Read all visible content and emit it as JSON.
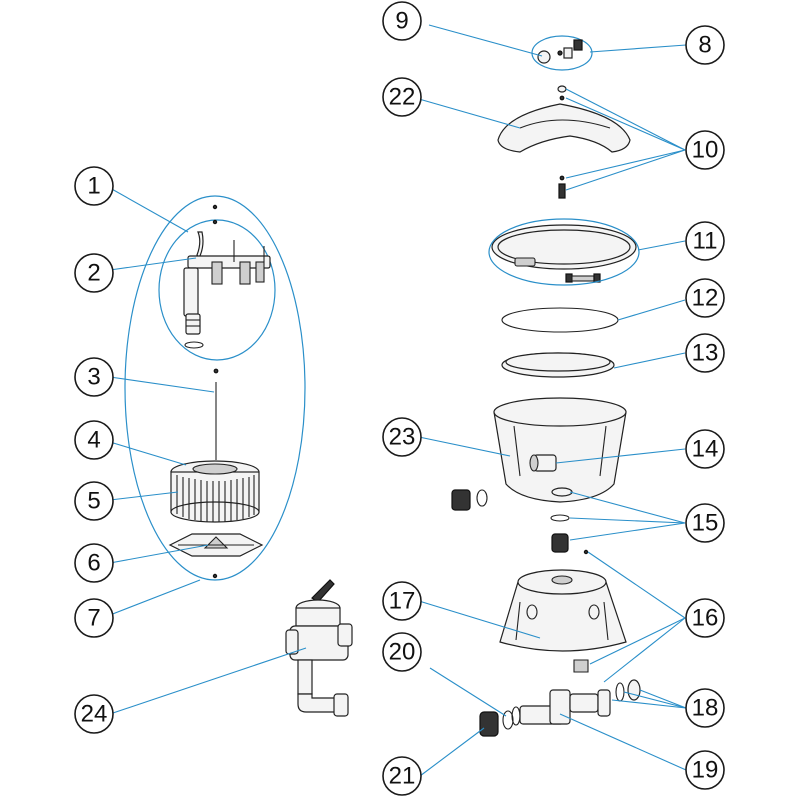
{
  "callouts": [
    {
      "id": "c1",
      "label": "1"
    },
    {
      "id": "c2",
      "label": "2"
    },
    {
      "id": "c3",
      "label": "3"
    },
    {
      "id": "c4",
      "label": "4"
    },
    {
      "id": "c5",
      "label": "5"
    },
    {
      "id": "c6",
      "label": "6"
    },
    {
      "id": "c7",
      "label": "7"
    },
    {
      "id": "c8",
      "label": "8"
    },
    {
      "id": "c9",
      "label": "9"
    },
    {
      "id": "c10",
      "label": "10"
    },
    {
      "id": "c11",
      "label": "11"
    },
    {
      "id": "c12",
      "label": "12"
    },
    {
      "id": "c13",
      "label": "13"
    },
    {
      "id": "c14",
      "label": "14"
    },
    {
      "id": "c15",
      "label": "15"
    },
    {
      "id": "c16",
      "label": "16"
    },
    {
      "id": "c17",
      "label": "17"
    },
    {
      "id": "c18",
      "label": "18"
    },
    {
      "id": "c19",
      "label": "19"
    },
    {
      "id": "c20",
      "label": "20"
    },
    {
      "id": "c21",
      "label": "21"
    },
    {
      "id": "c22",
      "label": "22"
    },
    {
      "id": "c23",
      "label": "23"
    },
    {
      "id": "c24",
      "label": "24"
    }
  ],
  "colors": {
    "leader": "#2a8fc9",
    "outline": "#1a1a1a",
    "background": "#ffffff"
  }
}
